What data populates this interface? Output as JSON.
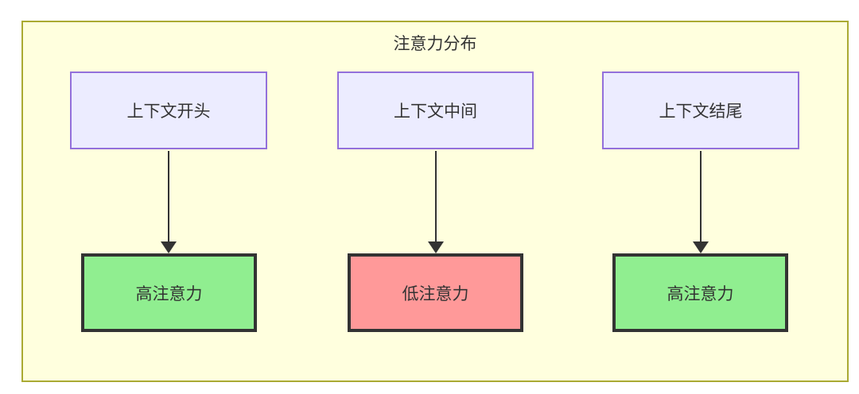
{
  "diagram": {
    "title": "注意力分布",
    "top_nodes": [
      {
        "label": "上下文开头"
      },
      {
        "label": "上下文中间"
      },
      {
        "label": "上下文结尾"
      }
    ],
    "bottom_nodes": [
      {
        "label": "高注意力",
        "level": "high"
      },
      {
        "label": "低注意力",
        "level": "low"
      },
      {
        "label": "高注意力",
        "level": "high"
      }
    ],
    "colors": {
      "subgraph_bg": "#FFFFDE",
      "subgraph_border": "#AAAA33",
      "context_node_bg": "#ECECFF",
      "context_node_border": "#9370DB",
      "high_attention_bg": "#90EE90",
      "low_attention_bg": "#FF9999",
      "result_node_border": "#333333",
      "arrow": "#333333",
      "text": "#333333"
    }
  }
}
